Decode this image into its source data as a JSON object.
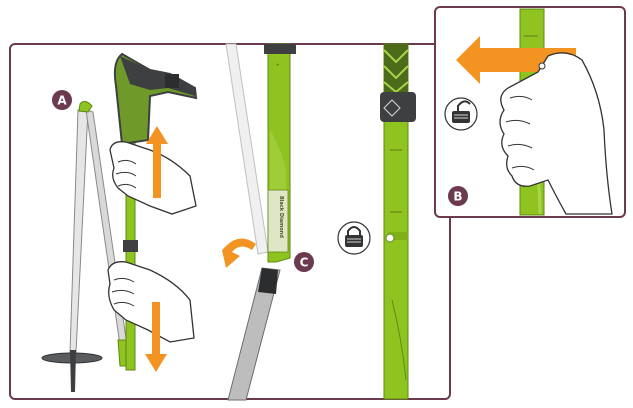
{
  "steps": {
    "a": "A",
    "b": "B",
    "c": "C"
  },
  "brand_text": "Black Diamond",
  "marks": [
    "+",
    "+"
  ],
  "colors": {
    "frame": "#6b3a4e",
    "badge": "#6b3a4e",
    "pole_green": "#8fc31f",
    "pole_green_dark": "#5e8a13",
    "arrow_orange": "#f39322",
    "grip_dark": "#3d3f41",
    "grip_green": "#6f9a2a",
    "shaft_grey": "#c9c9c9",
    "shaft_grey_dark": "#8a8a8a"
  },
  "icons": [
    "unlocked-padlock-icon",
    "locked-padlock-icon",
    "rotate-arrow-icon",
    "up-arrow-icon",
    "down-arrow-icon",
    "left-arrow-icon"
  ]
}
